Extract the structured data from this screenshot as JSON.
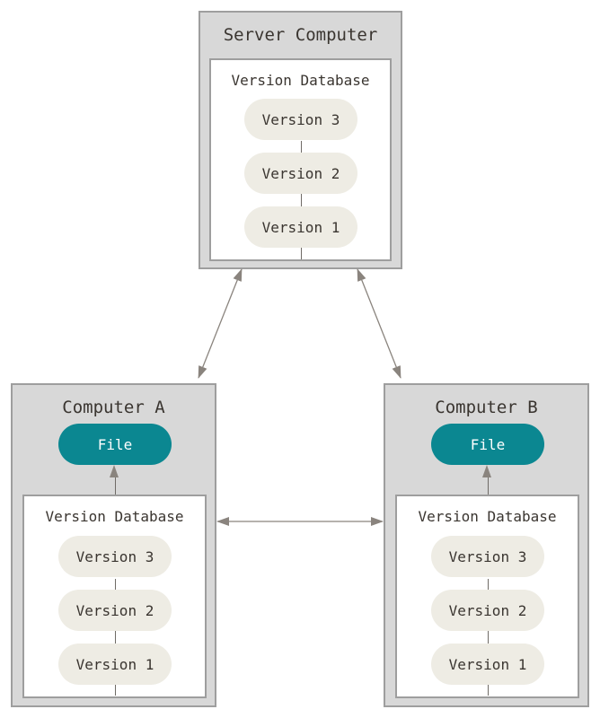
{
  "server": {
    "title": "Server Computer",
    "database": {
      "title": "Version Database",
      "versions": [
        "Version 3",
        "Version 2",
        "Version 1"
      ]
    }
  },
  "computer_a": {
    "title": "Computer A",
    "file": "File",
    "database": {
      "title": "Version Database",
      "versions": [
        "Version 3",
        "Version 2",
        "Version 1"
      ]
    }
  },
  "computer_b": {
    "title": "Computer B",
    "file": "File",
    "database": {
      "title": "Version Database",
      "versions": [
        "Version 3",
        "Version 2",
        "Version 1"
      ]
    }
  },
  "colors": {
    "machine_fill": "#d8d8d8",
    "machine_border": "#9e9e9e",
    "version_pill": "#eeece4",
    "file_pill": "#0b8791",
    "arrow": "#8a847e"
  }
}
